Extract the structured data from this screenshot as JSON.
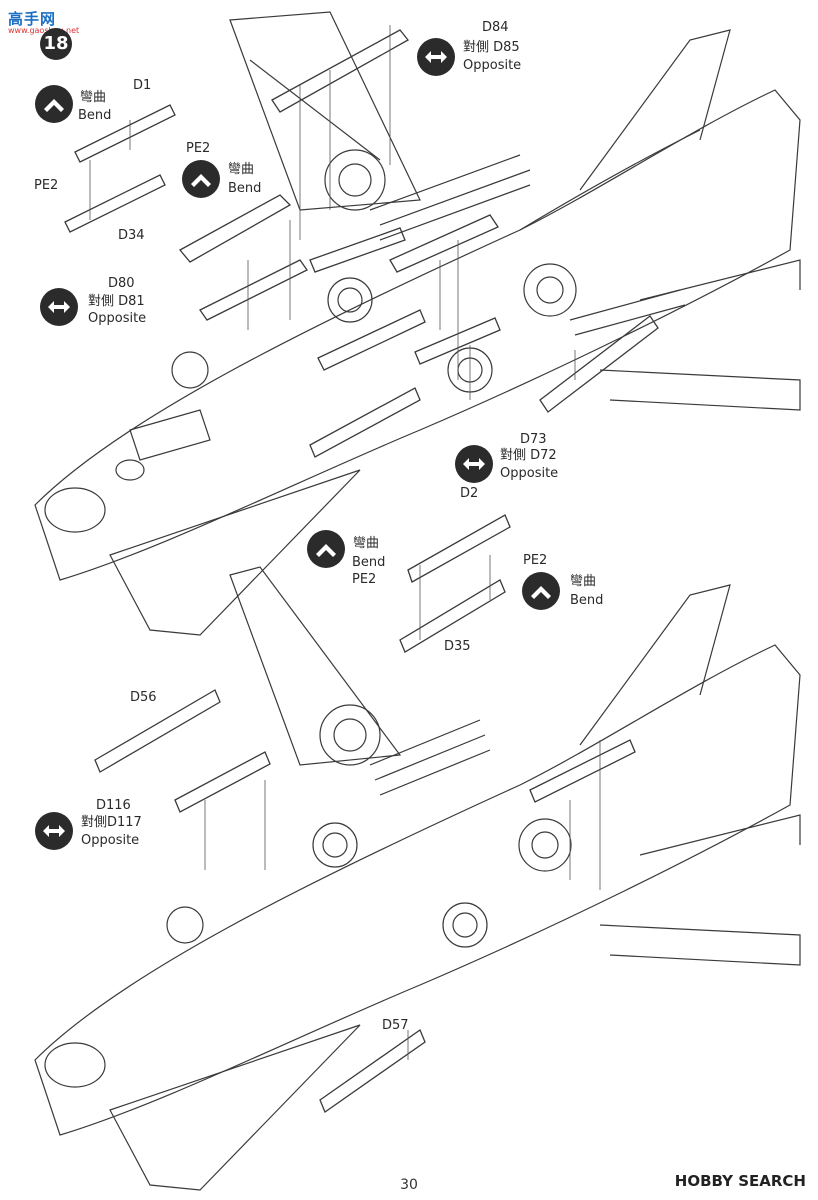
{
  "header": {
    "watermark": "高手网",
    "watermark_sub": "www.gaoshou.net",
    "step_number": "18"
  },
  "labels": {
    "d84": "D84",
    "d85": "對側 D85",
    "d85_en": "Opposite",
    "d1": "D1",
    "bend1_zh": "彎曲",
    "bend1_en": "Bend",
    "pe2_a": "PE2",
    "pe2_b": "PE2",
    "bend2_zh": "彎曲",
    "bend2_en": "Bend",
    "d34": "D34",
    "d80": "D80",
    "d81": "對側 D81",
    "d81_en": "Opposite",
    "d73": "D73",
    "d72": "對側 D72",
    "d72_en": "Opposite",
    "d2": "D2",
    "bend3_zh": "彎曲",
    "bend3_en": "Bend",
    "pe2_c": "PE2",
    "pe2_d": "PE2",
    "bend4_zh": "彎曲",
    "bend4_en": "Bend",
    "d35": "D35",
    "d56": "D56",
    "d116": "D116",
    "d117": "對側D117",
    "d117_en": "Opposite",
    "d57": "D57"
  },
  "footer": {
    "page_number": "30",
    "brand": "HOBBY SEARCH"
  }
}
